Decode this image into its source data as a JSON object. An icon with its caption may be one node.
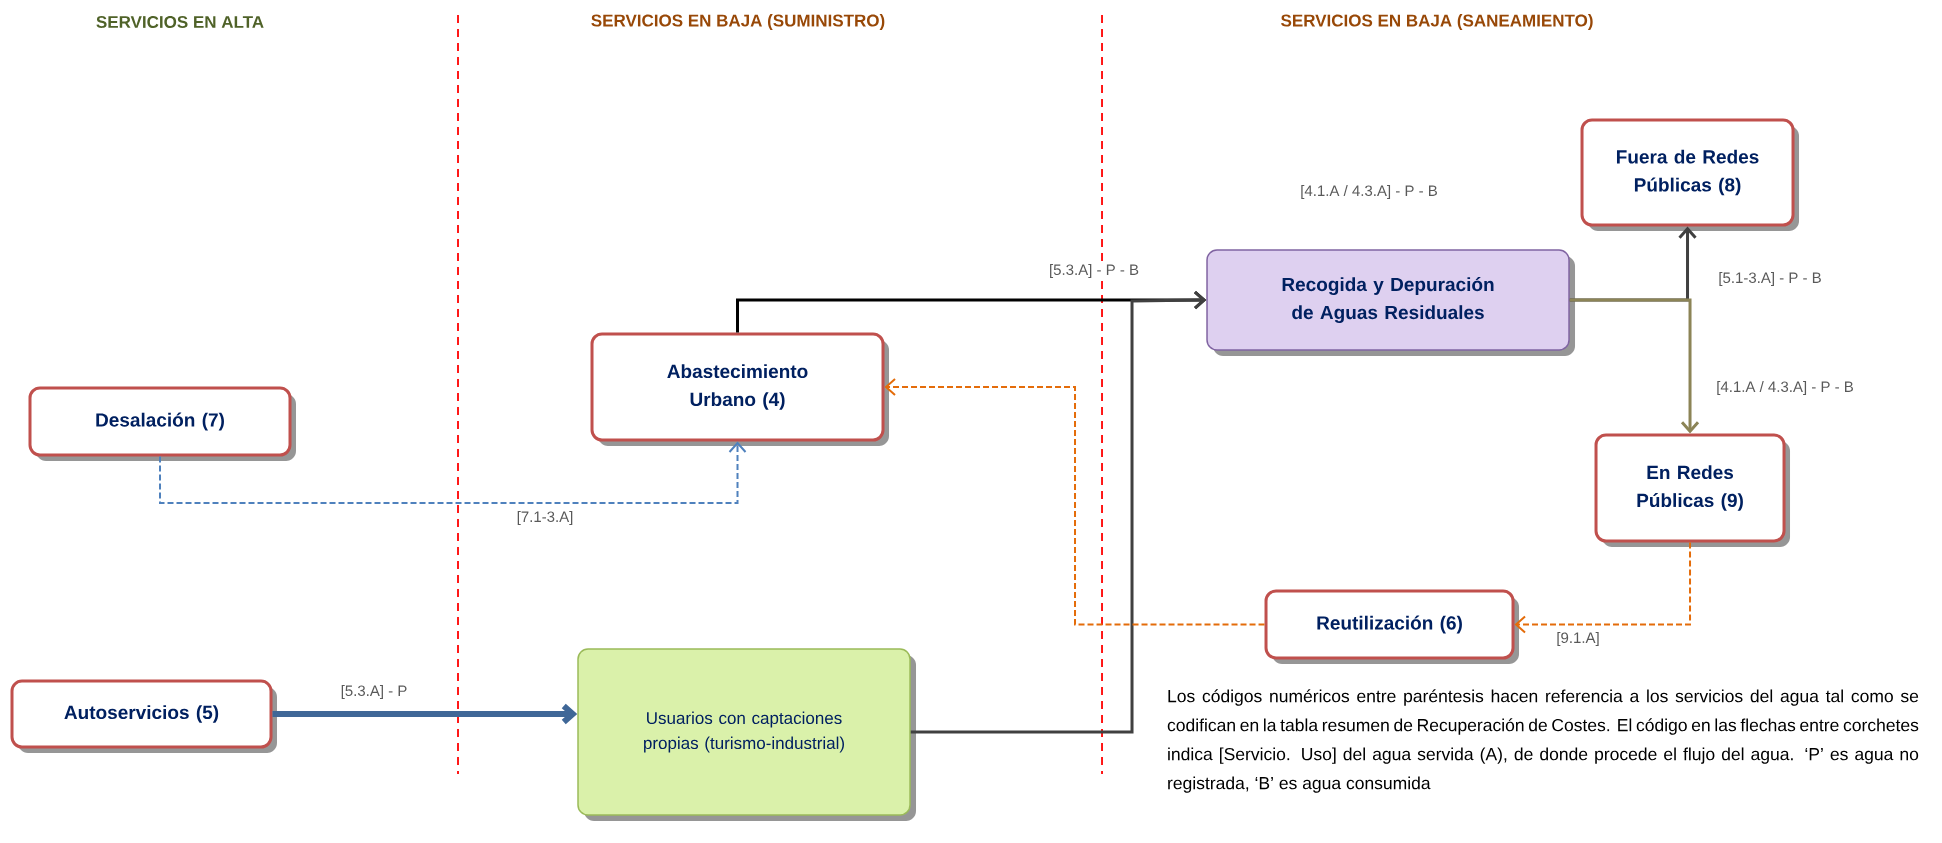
{
  "diagram": {
    "nodes": [
      {
        "text": [
          "Desalación (7)"
        ]
      },
      {
        "text": [
          "Abastecimiento Urbano (4)"
        ]
      },
      {
        "text": [
          "Recogida y Depuración de Aguas Residuales"
        ]
      },
      {
        "text": [
          "Fuera de Redes Públicas (8)"
        ]
      },
      {
        "text": [
          "En Redes Públicas (9)"
        ]
      },
      {
        "text": [
          "Reutilización (6)"
        ]
      },
      {
        "text": [
          "Autoservicios (5)"
        ]
      },
      {
        "text": [
          "Usuarios con captaciones propias (turismo-industrial)"
        ]
      }
    ],
    "edges": [
      {
        "from": 1,
        "to": 2,
        "arrow": "to",
        "label": "[5.3.A] - P - B",
        "color": "#000000"
      },
      {
        "from": 7,
        "to": 2,
        "arrow": "to"
      },
      {
        "from": 2,
        "to": 3,
        "arrow": "to",
        "label": "[5.1-3.A] - P - B"
      },
      {
        "from": 2,
        "to": 4,
        "arrow": "to",
        "label": "[4.1.A / 4.3.A] - P - B",
        "color": "#8c8456"
      },
      {
        "from": 0,
        "to": 1,
        "arrow": "to",
        "label": "[7.1-3.A]",
        "style": "dashed",
        "color": "#4f81bd"
      },
      {
        "from": 4,
        "to": 5,
        "arrow": "to",
        "label": "[9.1.A]",
        "style": "dashed",
        "color": "#e46c0a"
      },
      {
        "from": 5,
        "to": 1,
        "arrow": "to",
        "style": "dashed",
        "color": "#e46c0a"
      },
      {
        "from": 6,
        "to": 7,
        "arrow": "to",
        "label": "[5.3.A] - P",
        "style": "thick",
        "color": "#3f6797"
      }
    ],
    "labels": [
      "SERVICIOS EN ALTA",
      "SERVICIOS EN BAJA (SUMINISTRO)",
      "SERVICIOS EN BAJA (SANEAMIENTO)",
      "[4.1.A / 4.3.A] - P - B",
      "Los códigos numéricos entre paréntesis hacen referencia a los servicios del agua tal como se codifican en la tabla resumen de Recuperación de Costes. El código en las flechas entre corchetes indica [Servicio. Uso] del agua servida (A), de donde procede el flujo del agua. ‘P’ es agua no registrada, ‘B’ es agua consumida"
    ]
  }
}
